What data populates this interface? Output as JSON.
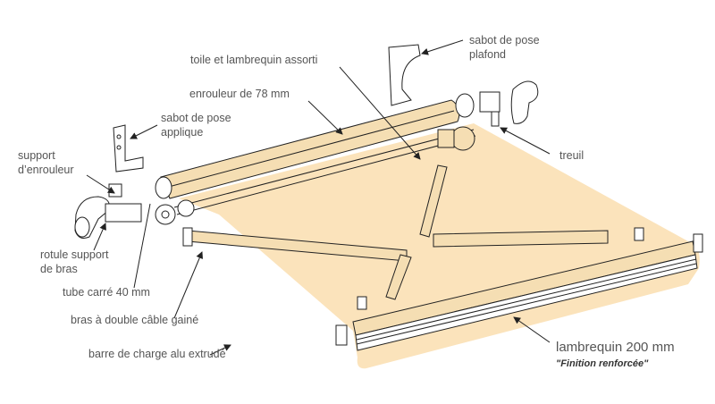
{
  "colors": {
    "fabric": "#fbe3bb",
    "tube": "#f5d9a8",
    "line": "#222222",
    "text": "#555555"
  },
  "labels": {
    "toile": "toile et lambrequin assorti",
    "enrouleur": "enrouleur de 78 mm",
    "sabot_applique_1": "sabot de pose",
    "sabot_applique_2": "applique",
    "support_1": "support",
    "support_2": "d’enrouleur",
    "rotule_1": "rotule support",
    "rotule_2": "de bras",
    "tube": "tube carré 40 mm",
    "bras": "bras à double câble gainé",
    "barre": "barre de charge alu extrudé",
    "sabot_plafond_1": "sabot de pose",
    "sabot_plafond_2": "plafond",
    "treuil": "treuil",
    "lambrequin": "lambrequin 200 mm",
    "finition": "\"Finition renforcée\""
  }
}
